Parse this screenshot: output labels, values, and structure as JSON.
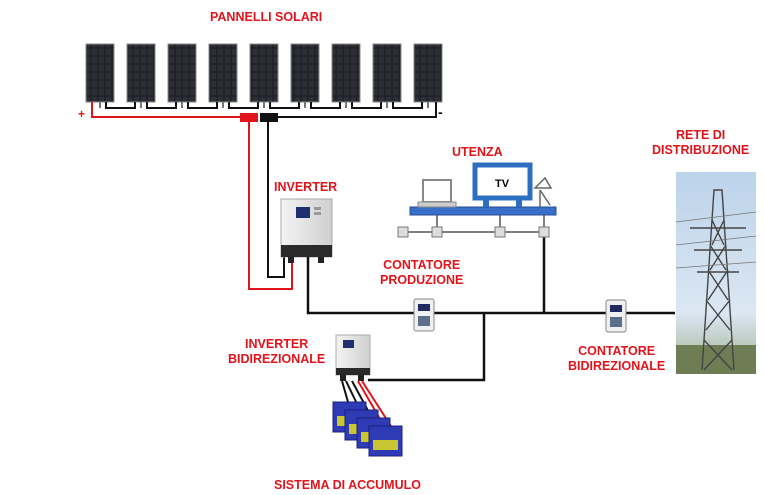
{
  "labels": {
    "solar_panels": "PANNELLI SOLARI",
    "inverter": "INVERTER",
    "utenza": "UTENZA",
    "contatore_produzione_l1": "CONTATORE",
    "contatore_produzione_l2": "PRODUZIONE",
    "rete_l1": "RETE DI",
    "rete_l2": "DISTRIBUZIONE",
    "inverter_bidir_l1": "INVERTER",
    "inverter_bidir_l2": "BIDIREZIONALE",
    "contatore_bidir_l1": "CONTATORE",
    "contatore_bidir_l2": "BIDIREZIONALE",
    "accumulo": "SISTEMA DI ACCUMULO"
  },
  "polarity": {
    "plus": "+",
    "minus": "-"
  },
  "tv_text": "TV",
  "colors": {
    "label": "#e1141b",
    "wire_positive": "#e1141b",
    "wire_negative": "#111111",
    "panel": "#1b1d22",
    "battery": "#2f3bb5",
    "sky": "#cfe0f1",
    "bus": "#3a6fc9"
  }
}
